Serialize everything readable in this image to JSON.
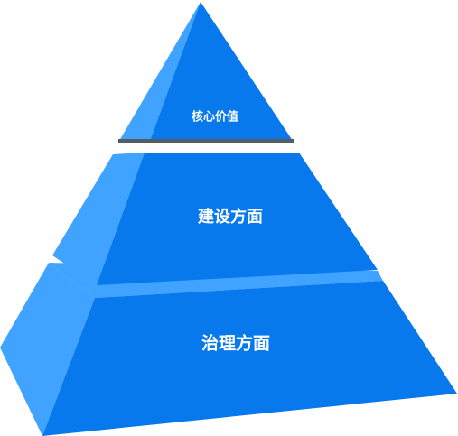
{
  "pyramid": {
    "levels": [
      {
        "label": "核心价值"
      },
      {
        "label": "建设方面"
      },
      {
        "label": "治理方面"
      }
    ]
  },
  "colors": {
    "front_face": "#0779ec",
    "side_face": "#40a3ff",
    "divider": "#545c64"
  }
}
